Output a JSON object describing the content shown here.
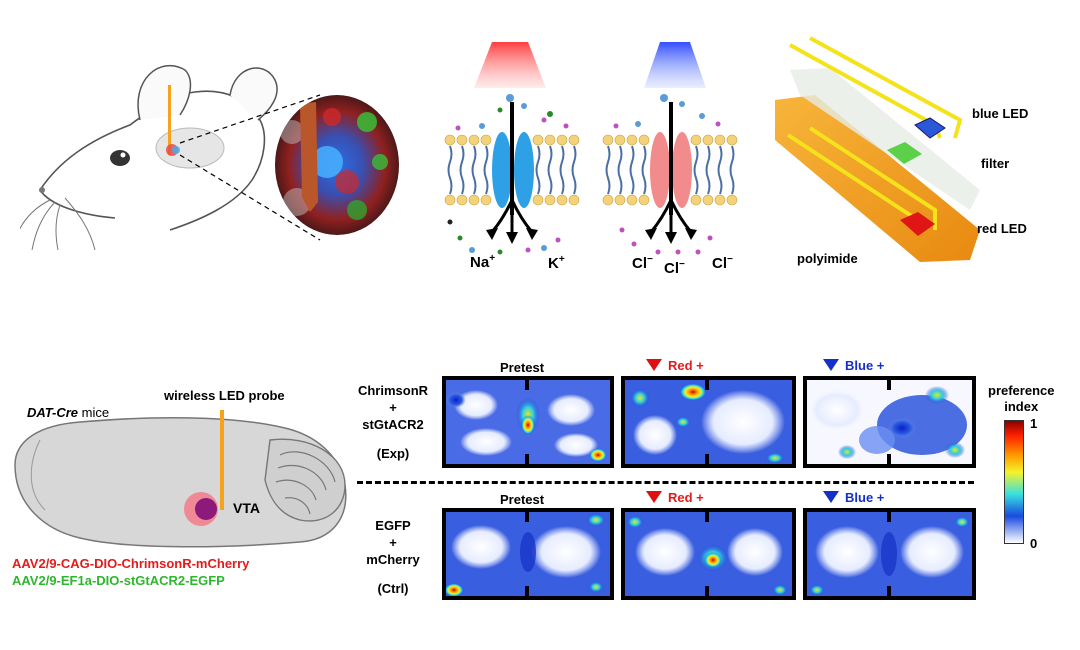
{
  "top": {
    "ions_red": {
      "na": "Na",
      "na_sup": "+",
      "k": "K",
      "k_sup": "+"
    },
    "ions_blue": {
      "cl1": "Cl",
      "cl2": "Cl",
      "cl3": "Cl",
      "sup": "−"
    },
    "probe_labels": {
      "blue_led": "blue LED",
      "filter": "filter",
      "red_led": "red LED",
      "polyimide": "polyimide"
    }
  },
  "bottom": {
    "mouse_line": "DAT-Cre",
    "mouse_suffix": " mice",
    "probe_label": "wireless LED probe",
    "region": "VTA",
    "virus_red": "AAV2/9-CAG-DIO-ChrimsonR-mCherry",
    "virus_green": "AAV2/9-EF1a-DIO-stGtACR2-EGFP",
    "col_pretest": "Pretest",
    "col_red": "Red +",
    "col_blue": "Blue +",
    "exp_group": {
      "line1": "ChrimsonR",
      "plus": "+",
      "line2": "stGtACR2",
      "tag": "(Exp)"
    },
    "ctrl_group": {
      "line1": "EGFP",
      "plus": "+",
      "line2": "mCherry",
      "tag": "(Ctrl)"
    },
    "colorbar": {
      "title_line1": "preference",
      "title_line2": "index",
      "max": "1",
      "min": "0"
    }
  },
  "colors": {
    "red_text": "#e21b1b",
    "green_text": "#2fb62f",
    "red_marker": "#e01010",
    "blue_marker": "#1530c8",
    "led_orange": "#f4a31a",
    "membrane": "#f3d27a"
  }
}
